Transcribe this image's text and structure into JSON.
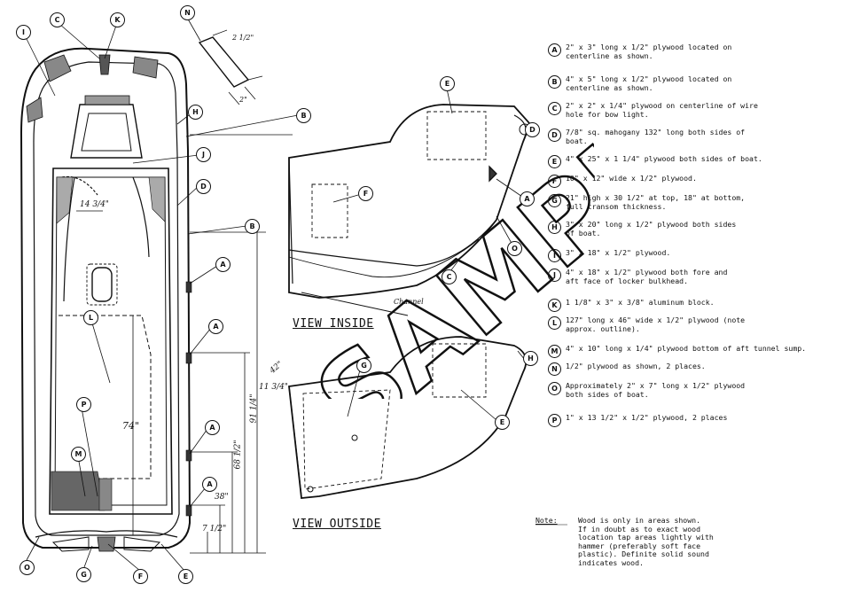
{
  "legend": [
    {
      "key": "A",
      "text": "2\" x 3\" long x 1/2\" plywood located on\ncenterline as shown."
    },
    {
      "key": "B",
      "text": "4\" x 5\" long x 1/2\" plywood located on\ncenterline as shown."
    },
    {
      "key": "C",
      "text": "2\" x 2\" x 1/4\" plywood on centerline of wire\nhole for bow light."
    },
    {
      "key": "D",
      "text": "7/8\" sq. mahogany 132\" long both sides of\nboat."
    },
    {
      "key": "E",
      "text": "4\" x 25\" x 1 1/4\" plywood both sides of boat."
    },
    {
      "key": "F",
      "text": "10\" x 12\" wide x 1/2\" plywood."
    },
    {
      "key": "G",
      "text": "21\" high x 30 1/2\" at top, 18\" at bottom,\nfull transom thickness."
    },
    {
      "key": "H",
      "text": "3\" x 20\" long x 1/2\" plywood both sides\nof boat."
    },
    {
      "key": "I",
      "text": "3\" x 18\" x 1/2\" plywood."
    },
    {
      "key": "J",
      "text": "4\" x 18\" x 1/2\" plywood both fore and\naft face of locker bulkhead."
    },
    {
      "key": "K",
      "text": "1 1/8\" x 3\" x 3/8\" aluminum block."
    },
    {
      "key": "L",
      "text": "127\" long x 46\" wide x 1/2\" plywood (note\napprox. outline)."
    },
    {
      "key": "M",
      "text": "4\" x 10\" long x 1/4\" plywood bottom of aft tunnel sump."
    },
    {
      "key": "N",
      "text": "1/2\" plywood as shown, 2 places."
    },
    {
      "key": "O",
      "text": "Approximately 2\" x 7\" long x 1/2\" plywood\nboth sides of boat."
    },
    {
      "key": "P",
      "text": "1\" x 13 1/2\" x 1/2\" plywood, 2 places"
    }
  ],
  "note": {
    "label": "Note:",
    "text": "Wood is only in areas shown.\nIf in doubt as to exact wood\nlocation tap areas lightly with\nhammer (preferably soft face\nplastic). Definite solid sound\nindicates wood."
  },
  "views": {
    "inside": "VIEW INSIDE",
    "outside": "VIEW OUTSIDE"
  },
  "dimensions": {
    "d74": "74\"",
    "d91": "91 1/4\"",
    "d68": "68 1/2\"",
    "d38": "38\"",
    "d7": "7 1/2\"",
    "d14": "14 3/4\"",
    "d42": "42\"",
    "d11": "11 3/4\"",
    "dn1": "2 1/2\"",
    "dn2": "2\"",
    "channel": "Channel"
  },
  "watermark": "SAMPLE",
  "callouts": {
    "top_I": "I",
    "top_C": "C",
    "top_K": "K",
    "top_N": "N",
    "side_H": "H",
    "side_B1": "B",
    "side_J": "J",
    "side_D": "D",
    "side_B2": "B",
    "side_A1": "A",
    "side_A2": "A",
    "side_A3": "A",
    "side_A4": "A",
    "in_L": "L",
    "in_P": "P",
    "in_M": "M",
    "bot_O": "O",
    "bot_G": "G",
    "bot_F": "F",
    "bot_E": "E",
    "vi_E": "E",
    "vi_F": "F",
    "vi_C": "C",
    "vi_A": "A",
    "vi_O": "O",
    "vi_D": "D",
    "vo_G": "G",
    "vo_E": "E",
    "vo_H": "H"
  }
}
